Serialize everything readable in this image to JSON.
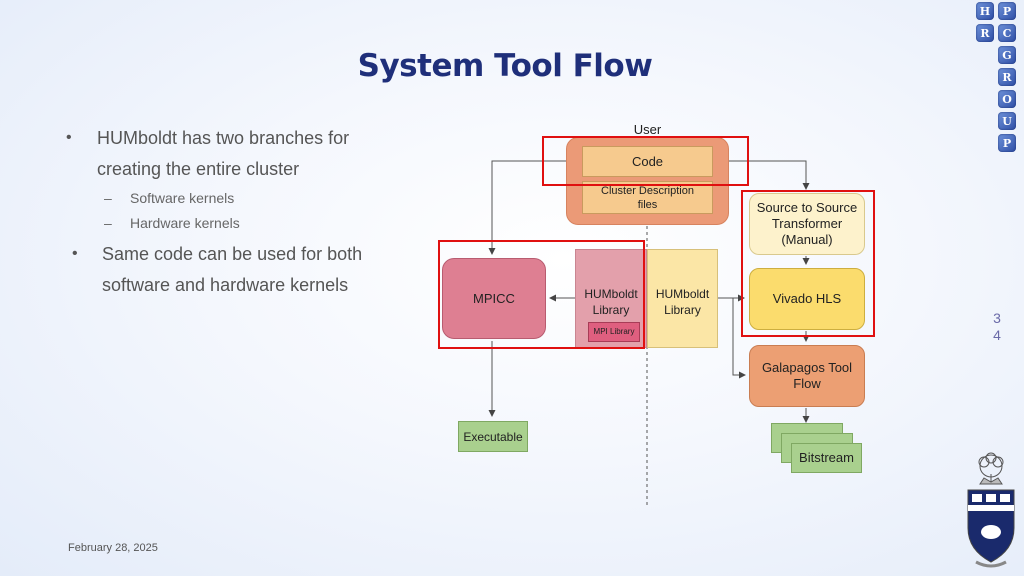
{
  "slide": {
    "title": "System Tool Flow",
    "date": "February 28, 2025",
    "page_number_line1": "3",
    "page_number_line2": "4"
  },
  "bullets": {
    "b1_line1": "HUMboldt has two branches for",
    "b1_line2": "creating the entire cluster",
    "sub1": "Software kernels",
    "sub2": "Hardware kernels",
    "b2_line1": "Same code can be used for both",
    "b2_line2": "software and hardware kernels",
    "bullet_char": "•",
    "dash_char": "–"
  },
  "diagram": {
    "user_label": "User",
    "code_label": "Code",
    "cluster_desc_line1": "Cluster Description",
    "cluster_desc_line2": "files",
    "mpicc_label": "MPICC",
    "humboldt_sw_line1": "HUMboldt",
    "humboldt_sw_line2": "Library",
    "mpi_library_label": "MPI Library",
    "humboldt_hw_line1": "HUMboldt",
    "humboldt_hw_line2": "Library",
    "s2s_line1": "Source to Source",
    "s2s_line2": "Transformer",
    "s2s_line3": "(Manual)",
    "vivado_label": "Vivado HLS",
    "galapagos_line1": "Galapagos Tool",
    "galapagos_line2": "Flow",
    "executable_label": "Executable",
    "bitstream_label": "Bitstream"
  },
  "logo": {
    "letters": [
      "H",
      "P",
      "R",
      "C",
      "G",
      "R",
      "O",
      "U",
      "P"
    ]
  },
  "colors": {
    "title": "#1f2f7a",
    "highlight_frame": "#e01010",
    "user_block": "#eb9a77",
    "code_box": "#f6ca8e",
    "mpicc": "#de7f92",
    "humboldt_sw": "#e3a0ab",
    "mpi_library": "#df5f7f",
    "humboldt_hw": "#fbe6a6",
    "s2s": "#fdf2cc",
    "vivado": "#fbdc6d",
    "galapagos": "#ec9f73",
    "output_green": "#a9d08e"
  }
}
